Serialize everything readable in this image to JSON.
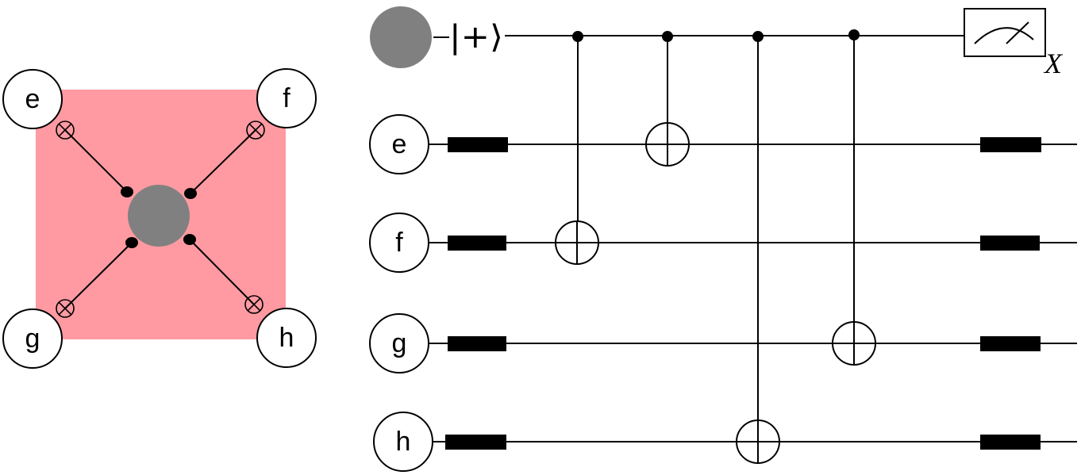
{
  "plaquette": {
    "corners": [
      {
        "id": "e",
        "label": "e"
      },
      {
        "id": "f",
        "label": "f"
      },
      {
        "id": "g",
        "label": "g"
      },
      {
        "id": "h",
        "label": "h"
      }
    ],
    "colors": {
      "plaquette_fill": "#ff9aa2",
      "ancilla": "#808080",
      "line": "#000000"
    }
  },
  "circuit": {
    "ancilla_state": "|+⟩",
    "measurement_basis": "X",
    "wires": [
      {
        "id": "e",
        "label": "e"
      },
      {
        "id": "f",
        "label": "f"
      },
      {
        "id": "g",
        "label": "g"
      },
      {
        "id": "h",
        "label": "h"
      }
    ],
    "cnot_targets_in_order": [
      "f",
      "e",
      "h",
      "g"
    ]
  }
}
